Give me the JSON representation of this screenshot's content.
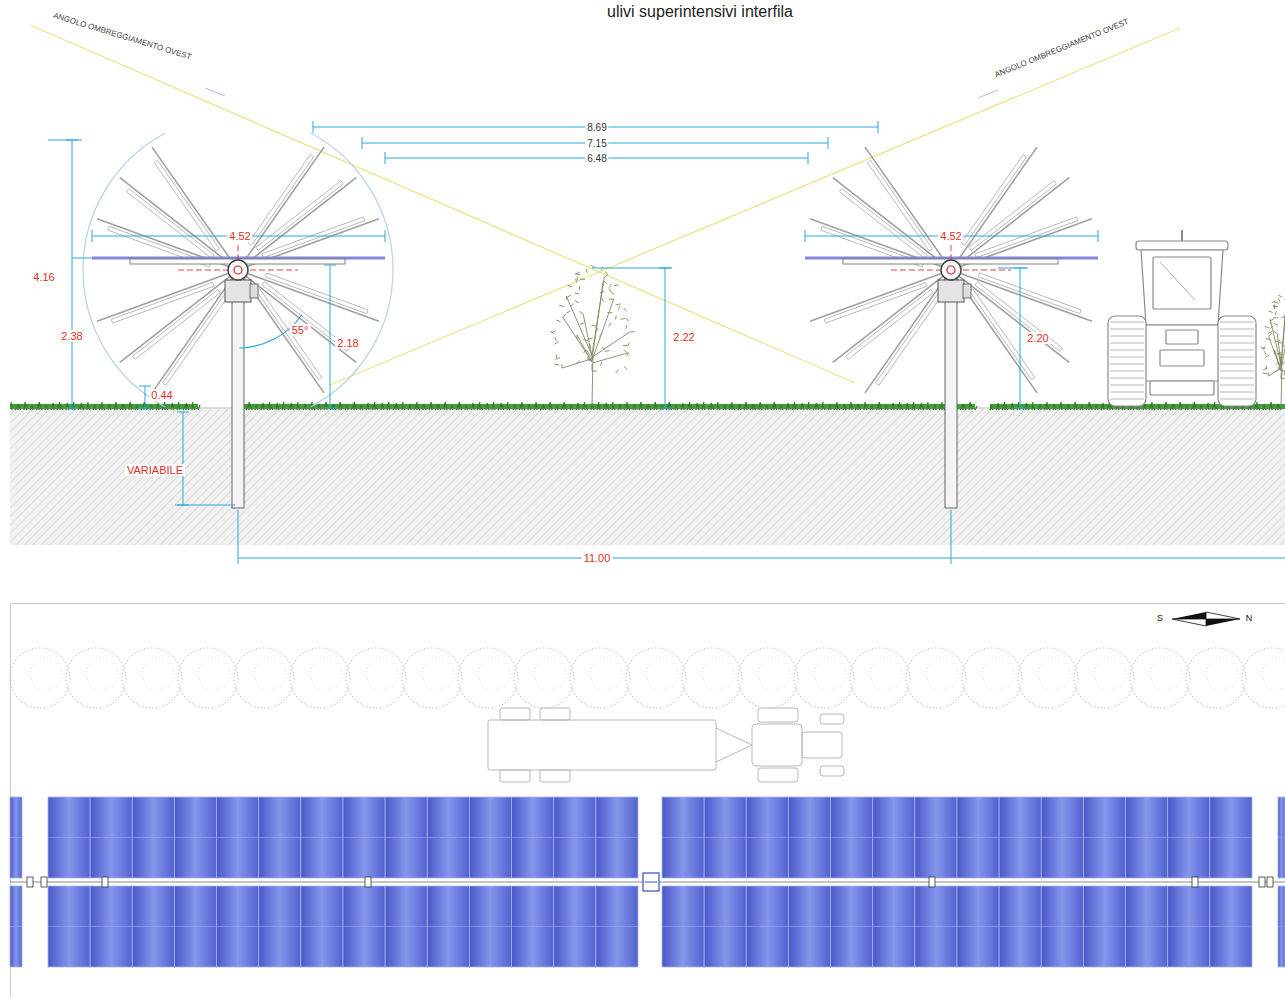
{
  "diagram": {
    "title": "ulivi superintensivi interfila",
    "labels": [
      "ANGOLO OMBREGGIAMENTO OVEST",
      "ANGOLO OMBREGGIAMENTO OVEST",
      "8.69",
      "7.15",
      "6.48",
      "4.52",
      "4.52",
      "4.16",
      "2.38",
      "2.18",
      "55°",
      "0.44",
      "2.22",
      "2.20",
      "VARIABILE",
      "11.00",
      "S",
      "N"
    ]
  }
}
